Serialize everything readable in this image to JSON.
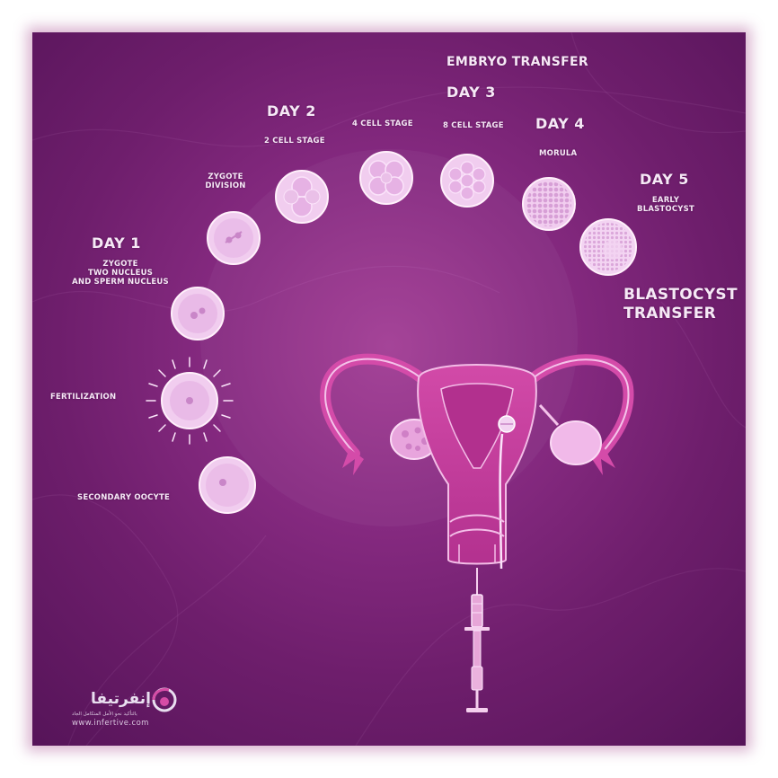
{
  "title": "EMBRYO TRANSFER",
  "colors": {
    "background": "#7a2476",
    "cell_fill": "#f3d4f2",
    "uterus": "#c03a9a",
    "label_text": "#f6e9f6"
  },
  "stages": [
    {
      "id": "secondary-oocyte",
      "label": "SECONDARY OOCYTE"
    },
    {
      "id": "fertilization",
      "label": "FERTILIZATION"
    },
    {
      "id": "zygote",
      "label_lines": [
        "ZYGOTE",
        "TWO NUCLEUS",
        "AND SPERM NUCLEUS"
      ]
    },
    {
      "id": "zygote-division",
      "label_lines": [
        "ZYGOTE",
        "DIVISION"
      ]
    },
    {
      "id": "two-cell-stage",
      "label": "2 CELL STAGE"
    },
    {
      "id": "four-cell-stage",
      "label": "4 CELL STAGE"
    },
    {
      "id": "eight-cell-stage",
      "label": "8 CELL STAGE"
    },
    {
      "id": "morula",
      "label": "MORULA"
    },
    {
      "id": "early-blastocyst",
      "label_lines": [
        "EARLY",
        "BLASTOCYST"
      ]
    }
  ],
  "days": {
    "day1": "DAY 1",
    "day2": "DAY 2",
    "day3": "DAY 3",
    "day4": "DAY 4",
    "day5": "DAY 5"
  },
  "blastocyst_transfer": [
    "BLASTOCYST",
    "TRANSFER"
  ],
  "icons": [
    "uterus-icon",
    "syringe-icon",
    "logo-icon"
  ],
  "logo": {
    "name_ar": "إنفرتيفا",
    "tagline_ar": "بالتأكيد نحو الأمل المتكامل الجاد",
    "url": "www.infertive.com"
  }
}
